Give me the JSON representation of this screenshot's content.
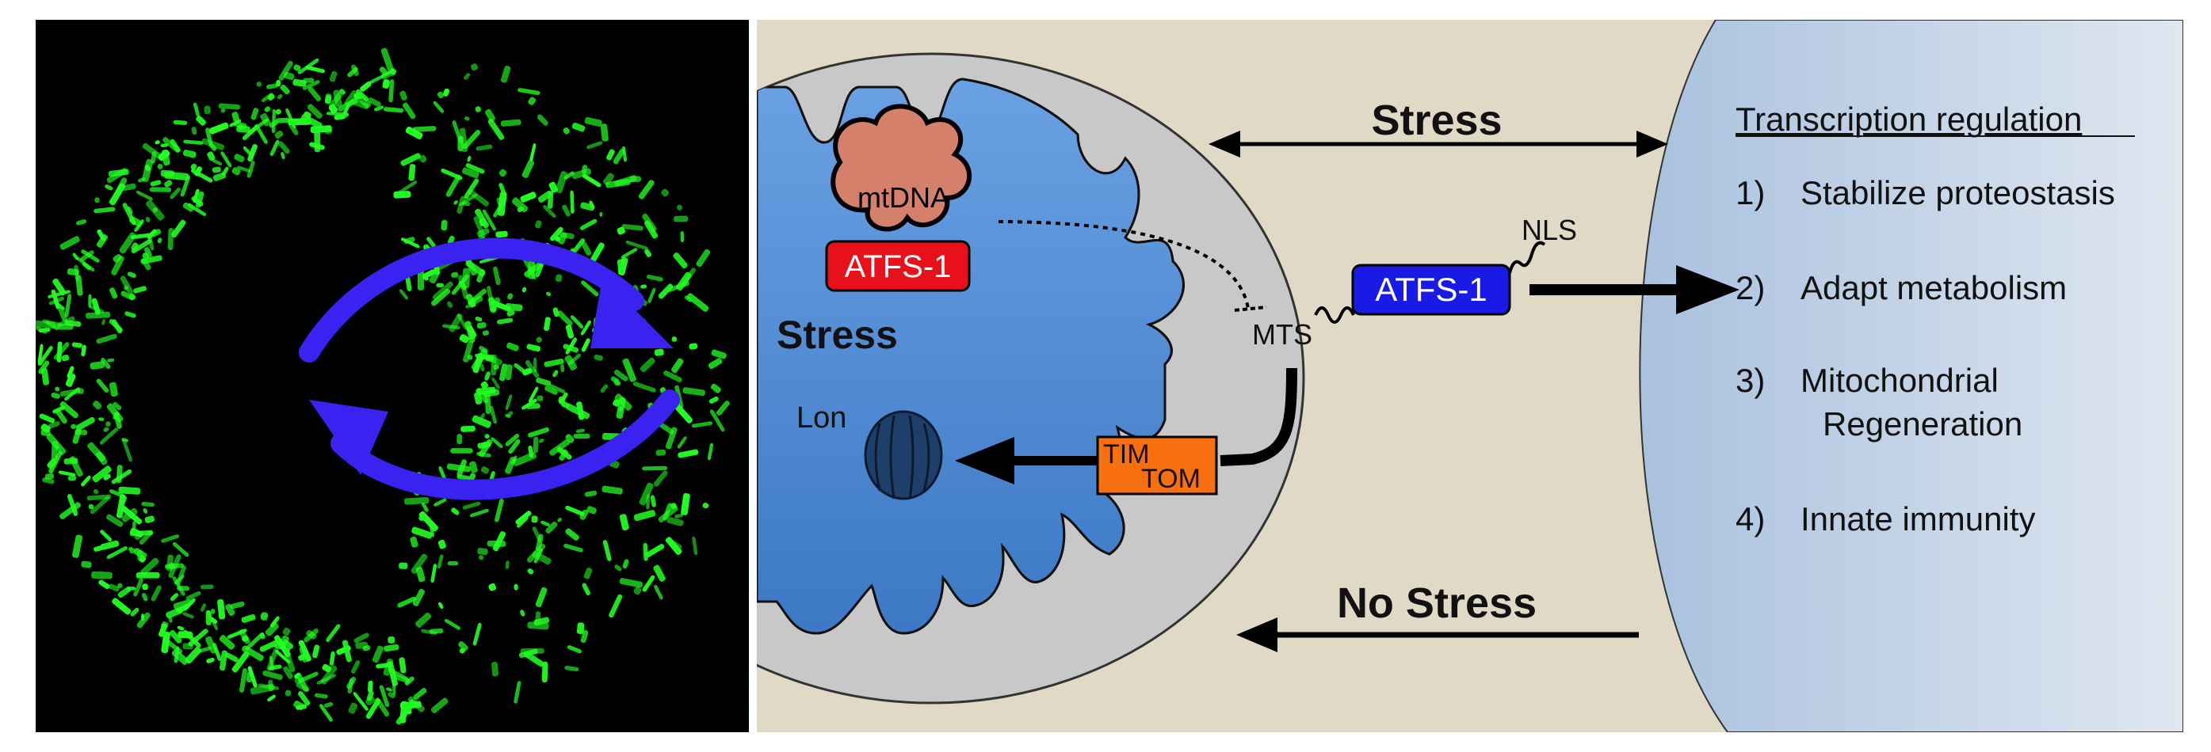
{
  "micrograph": {
    "description_icon": "mitochondria-fluorescence-image",
    "arrow_color": "#3a22f0",
    "mito_color": "#22ff22"
  },
  "diagram": {
    "mitochondrion": {
      "mtdna_label": "mtDNA",
      "atfs_inside_label": "ATFS-1",
      "stress_label": "Stress",
      "lon_label": "Lon",
      "tim_label": "TIM",
      "tom_label": "TOM"
    },
    "cytosol": {
      "mts_label": "MTS",
      "nls_label": "NLS",
      "atfs_cytosol_label": "ATFS-1",
      "stress_arrow_label": "Stress",
      "no_stress_arrow_label": "No Stress"
    },
    "nucleus": {
      "heading": "Transcription regulation",
      "items": [
        {
          "num": "1)",
          "line1": "Stabilize proteostasis",
          "line2": ""
        },
        {
          "num": "2)",
          "line1": "Adapt metabolism",
          "line2": ""
        },
        {
          "num": "3)",
          "line1": "Mitochondrial",
          "line2": "Regeneration"
        },
        {
          "num": "4)",
          "line1": "Innate immunity",
          "line2": ""
        }
      ]
    },
    "colors": {
      "background": "#e0d9c5",
      "matrix_top": "#d4806a",
      "matrix_bottom": "#5b93d8",
      "outer_membrane": "#c8c8c8",
      "atfs_red": "#e8111b",
      "atfs_blue": "#1a1ae6",
      "tim_tom": "#f76f0f",
      "lon": "#1f3f6b",
      "nucleus": "#aec4df"
    }
  }
}
